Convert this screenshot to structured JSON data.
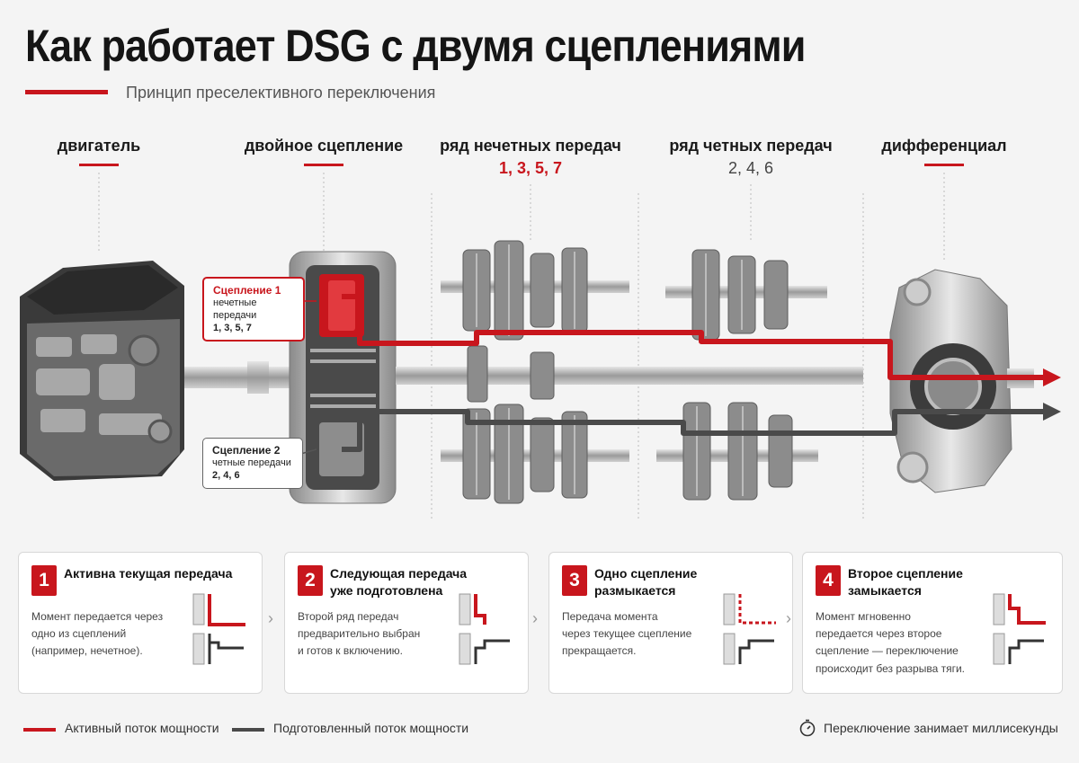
{
  "header": {
    "title": "Как работает DSG с двумя сцеплениями",
    "subtitle": "Принцип преселективного переключения"
  },
  "columns": {
    "engine": "двигатель",
    "clutch": "двойное сцепление",
    "odd_title": "ряд нечетных передач",
    "odd_gears": "1, 3, 5, 7",
    "even_title": "ряд четных передач",
    "even_gears": "2, 4, 6",
    "diff": "дифференциал"
  },
  "callouts": {
    "clutch1": {
      "title": "Сцепление 1",
      "label": "нечетные передачи",
      "value": "1, 3, 5, 7"
    },
    "clutch2": {
      "title": "Сцепление 2",
      "label": "четные передачи",
      "value": "2, 4, 6"
    }
  },
  "steps": [
    {
      "num": "1",
      "title": "Активна текущая передача",
      "desc": "Момент передается через\nодно из сцеплений\n(например, нечетное)."
    },
    {
      "num": "2",
      "title": "Следующая передача\nуже подготовлена",
      "desc": "Второй ряд передач\nпредварительно выбран\nи готов к включению."
    },
    {
      "num": "3",
      "title": "Одно сцепление\nразмыкается",
      "desc": "Передача момента\nчерез текущее сцепление\nпрекращается."
    },
    {
      "num": "4",
      "title": "Второе сцепление\nзамыкается",
      "desc": "Момент мгновенно\nпередается через второе\nсцепление — переключение\nпроисходит без разрыва тяги."
    }
  ],
  "legend": {
    "active": "Активный поток мощности",
    "prepared": "Подготовленный поток мощности",
    "timing": "Переключение занимает миллисекунды"
  },
  "colors": {
    "accent": "#c8161d",
    "prepared": "#4a4a4a",
    "metal": "#b8b8b8"
  }
}
